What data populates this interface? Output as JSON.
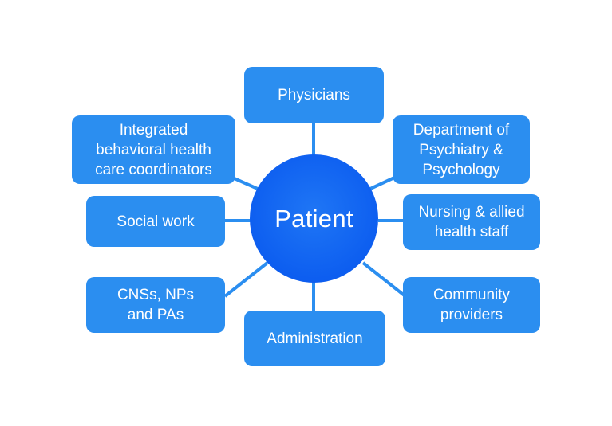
{
  "diagram": {
    "center": {
      "label": "Patient"
    },
    "nodes": {
      "physicians": "Physicians",
      "integrated": "Integrated\nbehavioral health\ncare coordinators",
      "department": "Department of\nPsychiatry &\nPsychology",
      "social_work": "Social work",
      "nursing": "Nursing & allied\nhealth staff",
      "cnss": "CNSs, NPs\nand PAs",
      "community": "Community\nproviders",
      "administration": "Administration"
    },
    "colors": {
      "node_fill": "#2b8ef0",
      "center_fill": "#0d5ef0",
      "connector": "#2b8ef0",
      "text": "#ffffff"
    }
  }
}
